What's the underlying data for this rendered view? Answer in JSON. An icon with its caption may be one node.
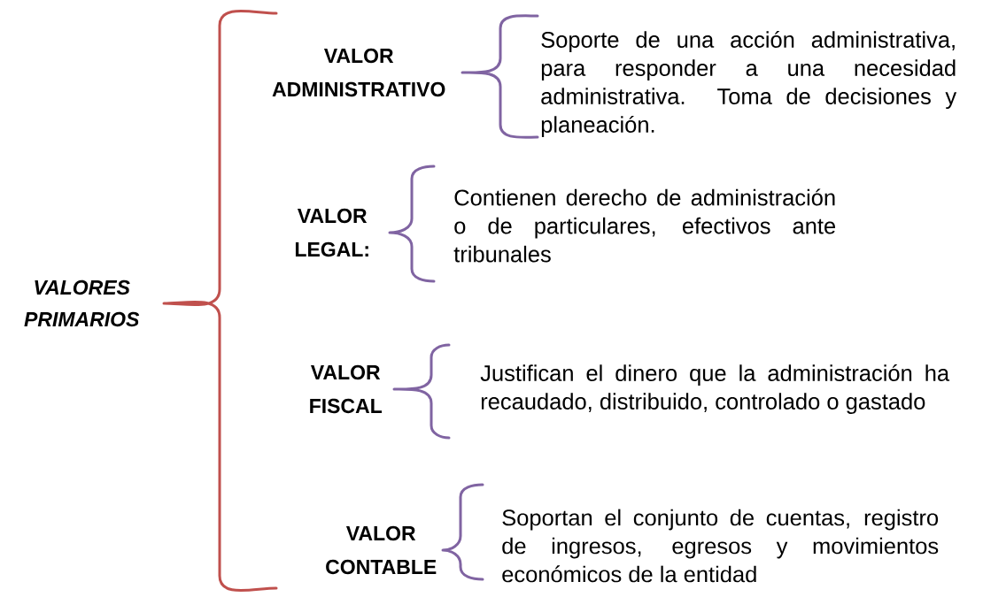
{
  "diagram": {
    "nodes": [
      {
        "text": [
          "VALORES PRIMARIOS"
        ]
      },
      {
        "text": [
          "VALOR ADMINISTRATIVO"
        ]
      },
      {
        "text": [
          "Soporte de una acción administrativa, para responder a una necesidad administrativa. Toma de decisiones y planeación."
        ]
      },
      {
        "text": [
          "**VALOR LEGAL**:"
        ]
      },
      {
        "text": [
          "Contienen derecho de administración o de particulares, efectivos ante tribunales"
        ]
      },
      {
        "text": [
          "VALOR FISCAL"
        ]
      },
      {
        "text": [
          "Justifican el dinero  que la administración ha recaudado, distribuido, controlado o gastado"
        ]
      },
      {
        "text": [
          "VALOR CONTABLE"
        ]
      },
      {
        "text": [
          "Soportan el conjunto de cuentas, registro de ingresos, egresos  y movimientos económicos de la entidad"
        ]
      }
    ]
  }
}
